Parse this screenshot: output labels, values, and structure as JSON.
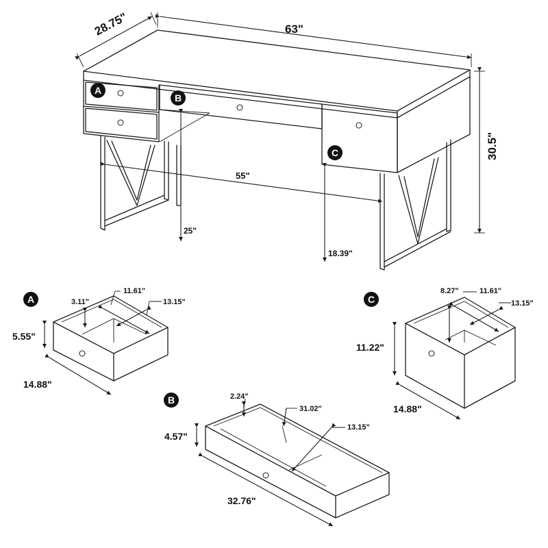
{
  "desk": {
    "depth": "28.75\"",
    "width": "63\"",
    "height": "30.5\"",
    "leg_span": "55\"",
    "knee_height": "25\"",
    "drawer_clearance": "18.39\""
  },
  "drawers": {
    "a": {
      "badge": "A",
      "inner_height": "3.11\"",
      "inner_depth": "11.61\"",
      "inner_width": "13.15\"",
      "height": "5.55\"",
      "width": "14.88\""
    },
    "b": {
      "badge": "B",
      "inner_height": "2.24\"",
      "inner_width": "31.02\"",
      "inner_depth": "13.15\"",
      "height": "4.57\"",
      "width": "32.76\""
    },
    "c": {
      "badge": "C",
      "inner_height": "8.27\"",
      "inner_depth": "11.61\"",
      "inner_width": "13.15\"",
      "height": "11.22\"",
      "width": "14.88\""
    }
  }
}
